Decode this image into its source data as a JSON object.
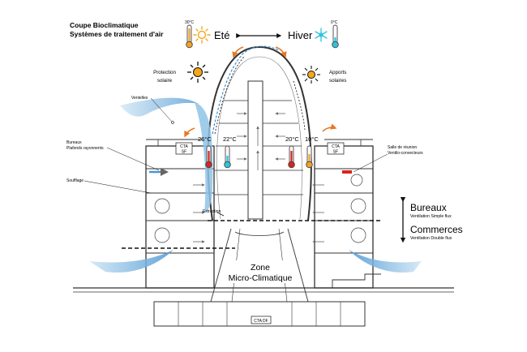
{
  "title": {
    "line1": "Coupe Bioclimatique",
    "line2": "Systèmes de traitement d'air"
  },
  "seasons": {
    "summer": {
      "label": "Eté",
      "temperature": "30°C",
      "icon": "sun-icon"
    },
    "winter": {
      "label": "Hiver",
      "temperature": "0°C",
      "icon": "snowflake-icon"
    }
  },
  "solar": {
    "protection": {
      "line1": "Protection",
      "line2": "solaire"
    },
    "gains": {
      "line1": "Apports",
      "line2": "solaires"
    }
  },
  "labels": {
    "ventelles": "Ventelles",
    "bureaux": {
      "line1": "Bureaux",
      "line2": "Plafonds rayonnents"
    },
    "soufflage": "Soufflage",
    "extraction": "Extraction",
    "salle": {
      "line1": "Salle de réunion",
      "line2": "Ventilo-convecteurs"
    },
    "cta_left": "CTA",
    "sf_left": "SF",
    "cta_right": "CTA",
    "sf_right": "SF",
    "ctadf": "CTA DF"
  },
  "temperatures": {
    "left_outer": "26°C",
    "left_inner": "22°C",
    "right_inner": "20°C",
    "right_outer": "10°C"
  },
  "zone": {
    "line1": "Zone",
    "line2": "Micro-Climatique"
  },
  "sections": {
    "bureaux": {
      "title": "Bureaux",
      "subtitle": "Ventilation Simple flux"
    },
    "commerces": {
      "title": "Commerces",
      "subtitle": "Ventilation Double flux"
    }
  },
  "colors": {
    "accent_blue": "#3f8fd0",
    "air_blue": "#8fc3e6",
    "arrow_orange": "#e87722",
    "hot_red": "#d8231f",
    "snow_cyan": "#2cc4dd",
    "sun_yellow": "#f3a81c",
    "line_dark": "#222222"
  }
}
